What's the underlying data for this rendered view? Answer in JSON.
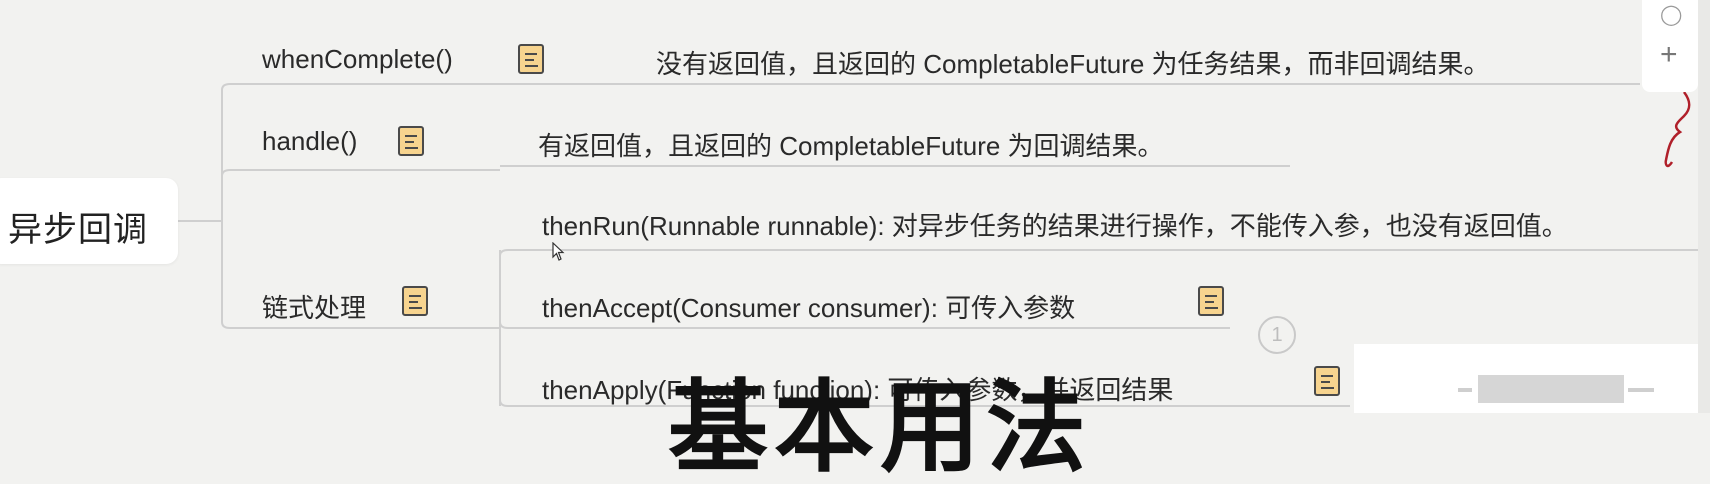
{
  "root": {
    "label": "异步回调"
  },
  "branches": [
    {
      "label": "whenComplete()",
      "detail": "没有返回值，且返回的 CompletableFuture 为任务结果，而非回调结果。"
    },
    {
      "label": "handle()",
      "detail": "有返回值，且返回的 CompletableFuture 为回调结果。"
    },
    {
      "label": "链式处理",
      "children": [
        {
          "label": "thenRun(Runnable runnable): 对异步任务的结果进行操作，不能传入参，也没有返回值。"
        },
        {
          "label": "thenAccept(Consumer consumer): 可传入参数"
        },
        {
          "label": "thenApply(Function function): 可传入参数，并返回结果"
        }
      ]
    }
  ],
  "badge": {
    "number": "1"
  },
  "toolbar": {
    "tag_icon": "tag-icon",
    "add_icon": "plus-icon"
  },
  "caption": {
    "text": "基本用法"
  },
  "colors": {
    "note_fill": "#f7d48f",
    "line": "#d0d0d0",
    "annotation": "#b0202a"
  }
}
